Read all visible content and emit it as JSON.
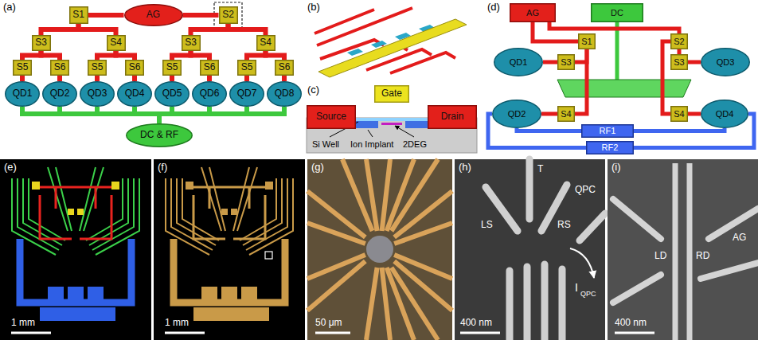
{
  "diagram": {
    "nodes": [
      {
        "text": [
          "AG"
        ]
      },
      {
        "text": [
          "S1"
        ]
      },
      {
        "text": [
          "S2"
        ]
      },
      {
        "text": [
          "S3"
        ]
      },
      {
        "text": [
          "S4"
        ]
      },
      {
        "text": [
          "S3"
        ]
      },
      {
        "text": [
          "S4"
        ]
      },
      {
        "text": [
          "S5"
        ]
      },
      {
        "text": [
          "S6"
        ]
      },
      {
        "text": [
          "S5"
        ]
      },
      {
        "text": [
          "S6"
        ]
      },
      {
        "text": [
          "S5"
        ]
      },
      {
        "text": [
          "S6"
        ]
      },
      {
        "text": [
          "S5"
        ]
      },
      {
        "text": [
          "S6"
        ]
      },
      {
        "text": [
          "QD1"
        ]
      },
      {
        "text": [
          "QD2"
        ]
      },
      {
        "text": [
          "QD3"
        ]
      },
      {
        "text": [
          "QD4"
        ]
      },
      {
        "text": [
          "QD5"
        ]
      },
      {
        "text": [
          "QD6"
        ]
      },
      {
        "text": [
          "QD7"
        ]
      },
      {
        "text": [
          "QD8"
        ]
      },
      {
        "text": [
          "DC & RF"
        ]
      },
      {
        "text": [
          "Gate"
        ]
      },
      {
        "text": [
          "Source"
        ]
      },
      {
        "text": [
          "Drain"
        ]
      },
      {
        "text": [
          "AG"
        ]
      },
      {
        "text": [
          "DC"
        ]
      },
      {
        "text": [
          "S1"
        ]
      },
      {
        "text": [
          "S2"
        ]
      },
      {
        "text": [
          "QD1"
        ]
      },
      {
        "text": [
          "S3"
        ]
      },
      {
        "text": [
          "S3"
        ]
      },
      {
        "text": [
          "QD3"
        ]
      },
      {
        "text": [
          "QD2"
        ]
      },
      {
        "text": [
          "S4"
        ]
      },
      {
        "text": [
          "S4"
        ]
      },
      {
        "text": [
          "QD4"
        ]
      },
      {
        "text": [
          "RF1"
        ]
      },
      {
        "text": [
          "RF2"
        ]
      }
    ],
    "edges": [
      {
        "from": 0,
        "to": 1,
        "arrow": "none"
      },
      {
        "from": 0,
        "to": 2,
        "arrow": "none"
      },
      {
        "from": 1,
        "to": 3,
        "arrow": "none"
      },
      {
        "from": 1,
        "to": 4,
        "arrow": "none"
      },
      {
        "from": 2,
        "to": 5,
        "arrow": "none"
      },
      {
        "from": 2,
        "to": 6,
        "arrow": "none"
      },
      {
        "from": 3,
        "to": 7,
        "arrow": "none"
      },
      {
        "from": 3,
        "to": 8,
        "arrow": "none"
      },
      {
        "from": 4,
        "to": 9,
        "arrow": "none"
      },
      {
        "from": 4,
        "to": 10,
        "arrow": "none"
      },
      {
        "from": 5,
        "to": 11,
        "arrow": "none"
      },
      {
        "from": 5,
        "to": 12,
        "arrow": "none"
      },
      {
        "from": 6,
        "to": 13,
        "arrow": "none"
      },
      {
        "from": 6,
        "to": 14,
        "arrow": "none"
      },
      {
        "from": 7,
        "to": 15,
        "arrow": "none"
      },
      {
        "from": 8,
        "to": 16,
        "arrow": "none"
      },
      {
        "from": 9,
        "to": 17,
        "arrow": "none"
      },
      {
        "from": 10,
        "to": 18,
        "arrow": "none"
      },
      {
        "from": 11,
        "to": 19,
        "arrow": "none"
      },
      {
        "from": 12,
        "to": 20,
        "arrow": "none"
      },
      {
        "from": 13,
        "to": 21,
        "arrow": "none"
      },
      {
        "from": 14,
        "to": 22,
        "arrow": "none"
      },
      {
        "from": 15,
        "to": 23,
        "arrow": "none"
      },
      {
        "from": 16,
        "to": 23,
        "arrow": "none"
      },
      {
        "from": 17,
        "to": 23,
        "arrow": "none"
      },
      {
        "from": 18,
        "to": 23,
        "arrow": "none"
      },
      {
        "from": 19,
        "to": 23,
        "arrow": "none"
      },
      {
        "from": 20,
        "to": 23,
        "arrow": "none"
      },
      {
        "from": 21,
        "to": 23,
        "arrow": "none"
      },
      {
        "from": 22,
        "to": 23,
        "arrow": "none"
      },
      {
        "from": 27,
        "to": 29,
        "arrow": "none"
      },
      {
        "from": 27,
        "to": 30,
        "arrow": "none"
      },
      {
        "from": 29,
        "to": 32,
        "arrow": "none"
      },
      {
        "from": 29,
        "to": 36,
        "arrow": "none"
      },
      {
        "from": 30,
        "to": 33,
        "arrow": "none"
      },
      {
        "from": 30,
        "to": 37,
        "arrow": "none"
      },
      {
        "from": 32,
        "to": 31,
        "arrow": "none"
      },
      {
        "from": 36,
        "to": 35,
        "arrow": "none"
      },
      {
        "from": 33,
        "to": 34,
        "arrow": "none"
      },
      {
        "from": 37,
        "to": 38,
        "arrow": "none"
      },
      {
        "from": 39,
        "to": 35,
        "arrow": "none"
      },
      {
        "from": 39,
        "to": 38,
        "arrow": "none"
      },
      {
        "from": 40,
        "to": 35,
        "arrow": "none"
      },
      {
        "from": 40,
        "to": 38,
        "arrow": "none"
      }
    ],
    "labels": [
      "(a)",
      "(b)",
      "(c)",
      "Si Well",
      "Ion Implant",
      "2DEG",
      "(d)",
      "(e)",
      "1 mm",
      "(f)",
      "1 mm",
      "(g)",
      "50 μm",
      "(h)",
      "T",
      "LS",
      "RS",
      "QPC",
      "I",
      "QPC",
      "400 nm",
      "(i)",
      "LD",
      "RD",
      "AG",
      "400 nm"
    ]
  }
}
